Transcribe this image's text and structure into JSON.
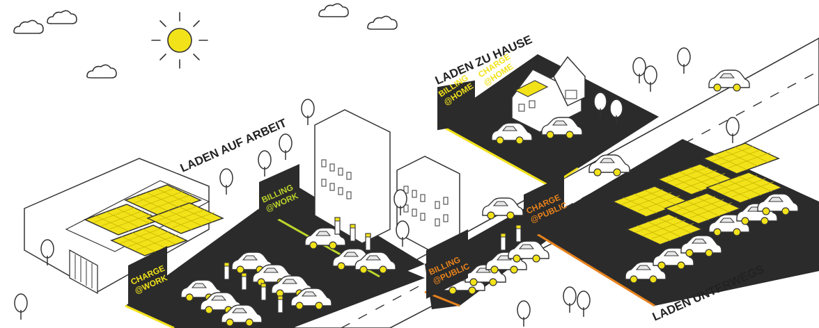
{
  "colors": {
    "asphalt": "#2b2b2b",
    "yellow": "#f2e21a",
    "green": "#bcd42a",
    "orange": "#e8821c",
    "outline": "#333333",
    "white": "#ffffff"
  },
  "labels": {
    "work_title": "LADEN AUF ARBEIT",
    "home_title": "LADEN ZU HAUSE",
    "public_title": "LADEN UNTERWEGS"
  },
  "tags": {
    "charge_work": {
      "line1": "CHARGE",
      "line2": "@WORK"
    },
    "billing_work": {
      "line1": "BILLING",
      "line2": "@WORK"
    },
    "billing_home": {
      "line1": "BILLING",
      "line2": "@HOME"
    },
    "charge_home": {
      "line1": "CHARGE",
      "line2": "@HOME"
    },
    "charge_public": {
      "line1": "CHARGE",
      "line2": "@PUBLIC"
    },
    "billing_public": {
      "line1": "BILLING",
      "line2": "@PUBLIC"
    }
  },
  "icons": [
    "sun-icon",
    "cloud-icon",
    "tree-icon",
    "car-icon",
    "charger-icon",
    "solar-panel-icon",
    "house-icon",
    "office-building-icon",
    "factory-icon"
  ]
}
